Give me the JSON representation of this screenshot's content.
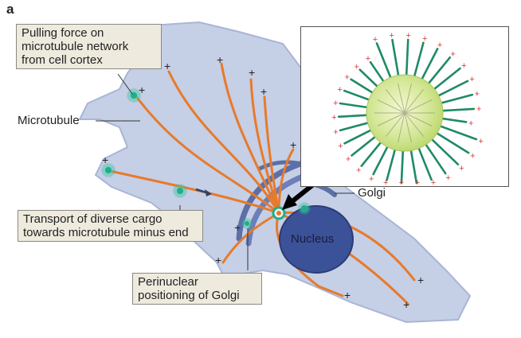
{
  "figure": {
    "panel_letter": "a",
    "labels": {
      "pulling_force": [
        "Pulling force on",
        "microtubule network",
        "from cell cortex"
      ],
      "microtubule": "Microtubule",
      "golgi": "Golgi",
      "transport": [
        "Transport of diverse cargo",
        "towards microtubule minus end"
      ],
      "perinuclear": [
        "Perinuclear",
        "positioning of Golgi"
      ],
      "nucleus": "Nucleus"
    },
    "plus_sign": "+",
    "colors": {
      "cell": "#c5cfe6",
      "cell_edge": "#a9b5d6",
      "microtubule": "#e87a2a",
      "golgi": "#5b6fa8",
      "nucleus": "#3b5299",
      "motor": "#1fae8a",
      "callout_bg": "#eeeade",
      "inset_rays": "#1f8a66",
      "inset_sphere": "#cfe48c",
      "plus_red": "#d33a3a"
    }
  }
}
